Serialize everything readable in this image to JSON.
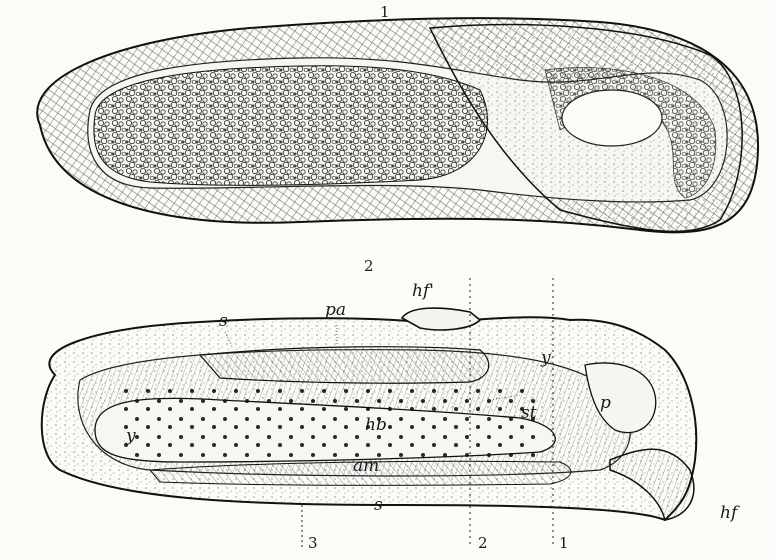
{
  "figure": {
    "panel_1_number": "1",
    "panel_2_number": "2",
    "labels": {
      "hf_prime": "hf'",
      "pa": "pa",
      "s_top": "s",
      "y_right": "y",
      "p": "p",
      "st": "st",
      "y_left": "y",
      "hb": "hb",
      "am": "am",
      "s_bottom": "s",
      "hf": "hf"
    },
    "section_marks": {
      "mark_3": "3",
      "mark_2": "2",
      "mark_1": "1"
    }
  }
}
